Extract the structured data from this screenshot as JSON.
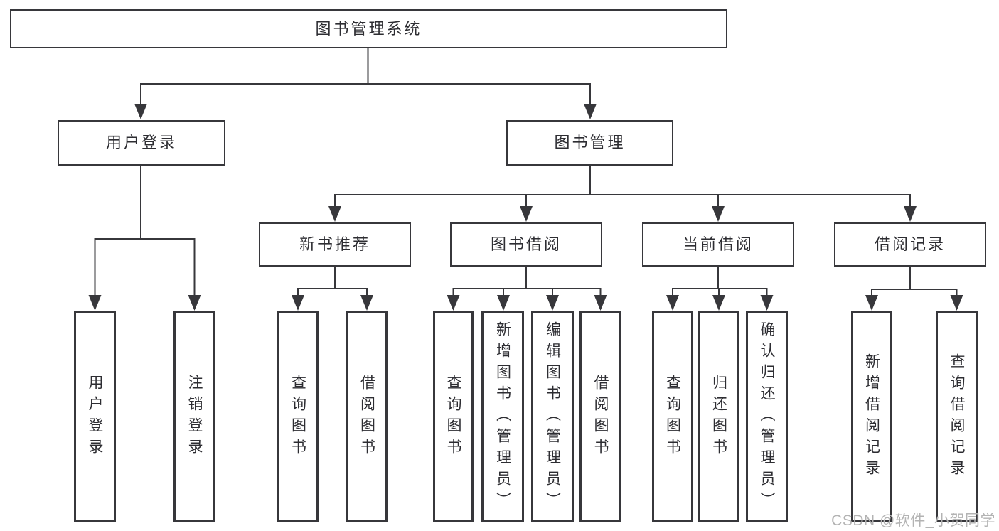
{
  "diagram": {
    "tree": {
      "label": "图书管理系统",
      "children": [
        {
          "label": "用户登录",
          "children": [
            {
              "label": "用户登录"
            },
            {
              "label": "注销登录"
            }
          ]
        },
        {
          "label": "图书管理",
          "children": [
            {
              "label": "新书推荐",
              "children": [
                {
                  "label": "查询图书"
                },
                {
                  "label": "借阅图书"
                }
              ]
            },
            {
              "label": "图书借阅",
              "children": [
                {
                  "label": "查询图书"
                },
                {
                  "label": "新增图书（管理员）"
                },
                {
                  "label": "编辑图书（管理员）"
                },
                {
                  "label": "借阅图书"
                }
              ]
            },
            {
              "label": "当前借阅",
              "children": [
                {
                  "label": "查询图书"
                },
                {
                  "label": "归还图书"
                },
                {
                  "label": "确认归还（管理员）"
                }
              ]
            },
            {
              "label": "借阅记录",
              "children": [
                {
                  "label": "新增借阅记录"
                },
                {
                  "label": "查询借阅记录"
                }
              ]
            }
          ]
        }
      ]
    },
    "colors": {
      "line": "#37373b",
      "box_border": "#37373b",
      "text": "#2d2d32",
      "background": "#ffffff",
      "watermark": "#b3b3b3"
    }
  },
  "watermark": {
    "text": "CSDN @软件_小贺同学"
  }
}
